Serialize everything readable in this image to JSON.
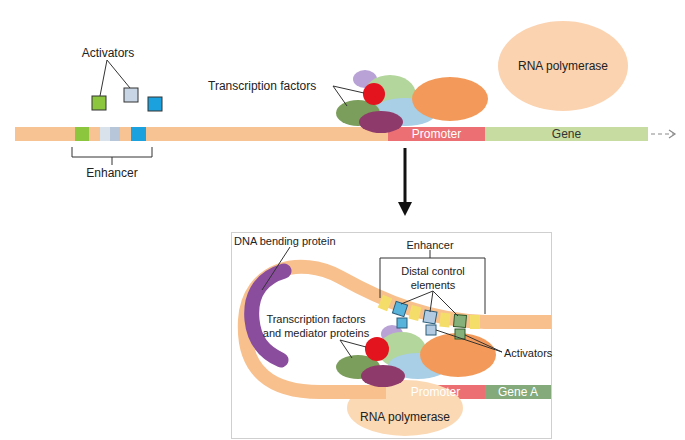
{
  "diagram": {
    "nodes": [
      {
        "text": [
          "RNA polymerase"
        ]
      },
      {
        "text": [
          "Promoter"
        ]
      },
      {
        "text": [
          "Gene"
        ]
      },
      {
        "text": [
          "Promoter"
        ]
      },
      {
        "text": [
          "Gene A"
        ]
      },
      {
        "text": [
          "RNA polymerase"
        ]
      }
    ],
    "labels": [
      "Activators",
      "Transcription factors",
      "Enhancer",
      "DNA bending protein",
      "Enhancer",
      "Distal control elements",
      "Transcription factors and mediator proteins",
      "Activators"
    ]
  }
}
